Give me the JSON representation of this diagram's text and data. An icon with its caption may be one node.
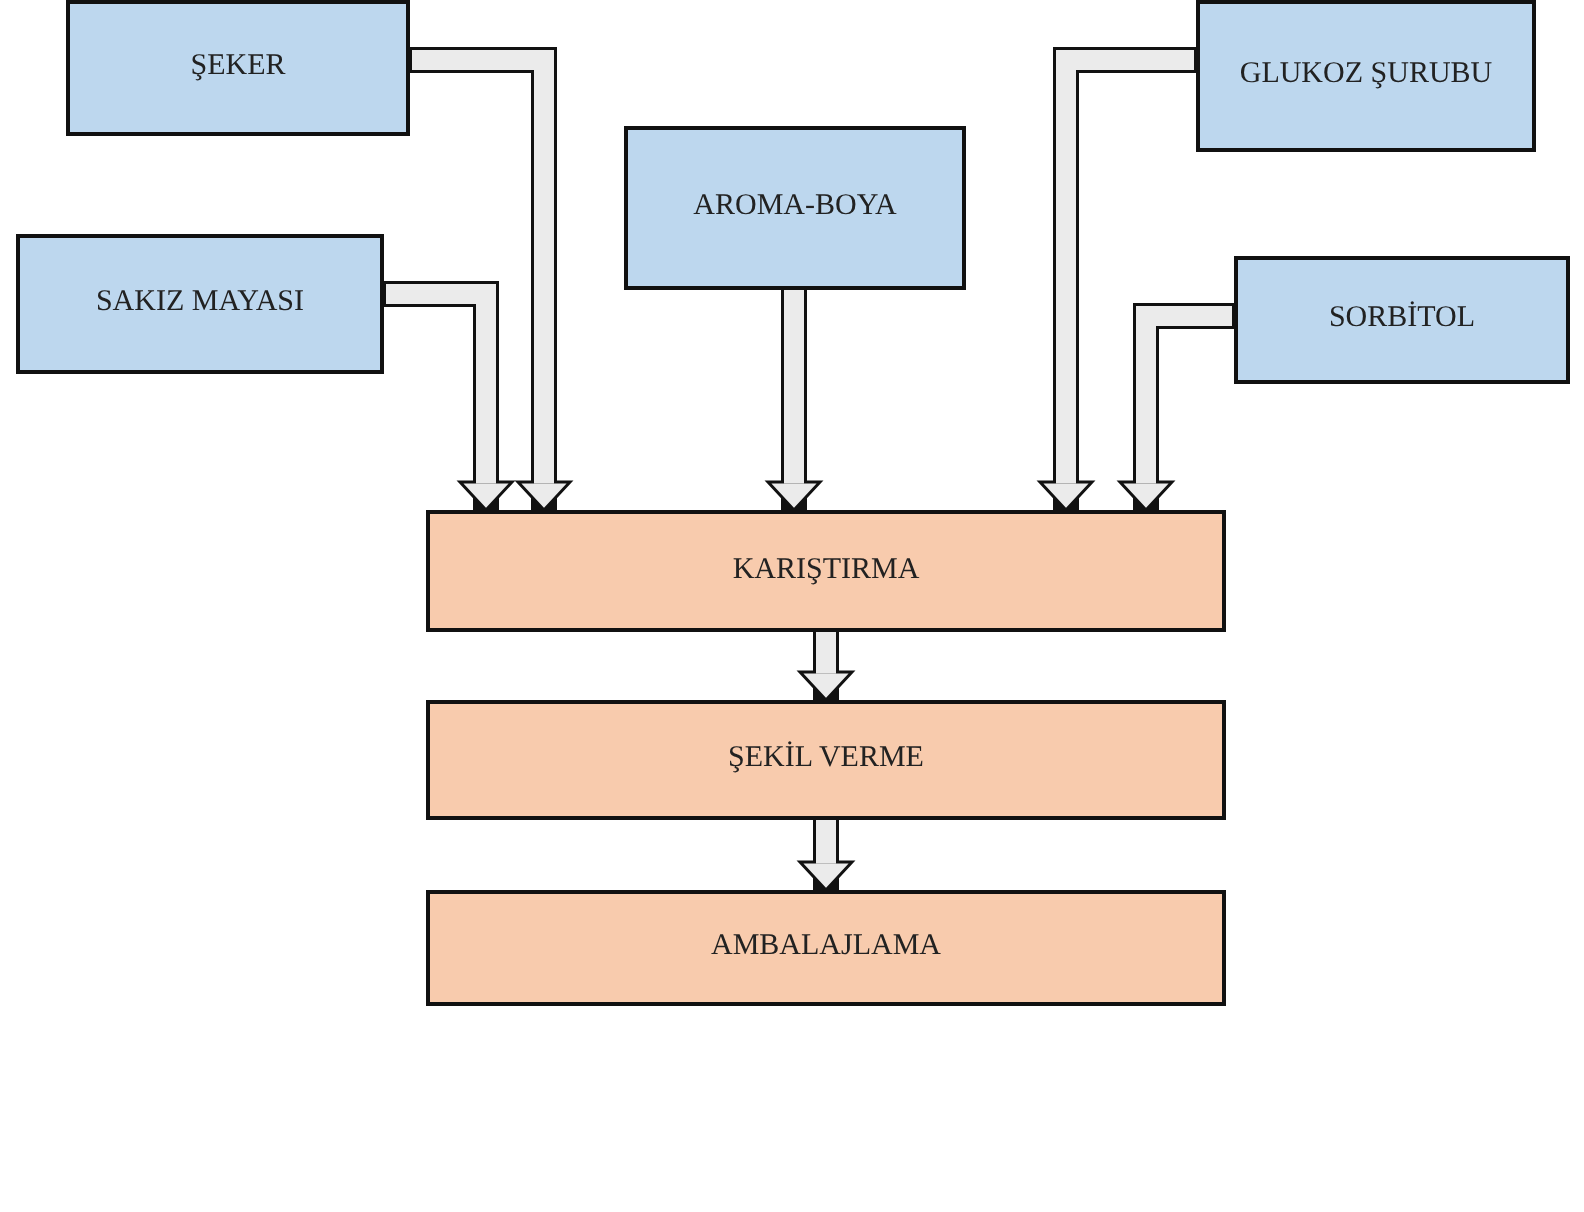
{
  "diagram": {
    "nodes": [
      {
        "text": [
          "ŞEKER"
        ]
      },
      {
        "text": [
          "GLUKOZ ŞURUBU"
        ]
      },
      {
        "text": [
          "AROMA-BOYA"
        ]
      },
      {
        "text": [
          "SAKIZ MAYASI"
        ]
      },
      {
        "text": [
          "SORBİTOL"
        ]
      },
      {
        "text": [
          "KARIŞTIRMA"
        ]
      },
      {
        "text": [
          "ŞEKİL VERME"
        ]
      },
      {
        "text": [
          "AMBALAJLAMA"
        ]
      }
    ],
    "edges": [
      {
        "from": 0,
        "to": 5,
        "arrow": "to"
      },
      {
        "from": 3,
        "to": 5,
        "arrow": "to"
      },
      {
        "from": 2,
        "to": 5,
        "arrow": "to"
      },
      {
        "from": 1,
        "to": 5,
        "arrow": "to"
      },
      {
        "from": 4,
        "to": 5,
        "arrow": "to"
      },
      {
        "from": 5,
        "to": 6,
        "arrow": "to"
      },
      {
        "from": 6,
        "to": 7,
        "arrow": "to"
      }
    ]
  }
}
